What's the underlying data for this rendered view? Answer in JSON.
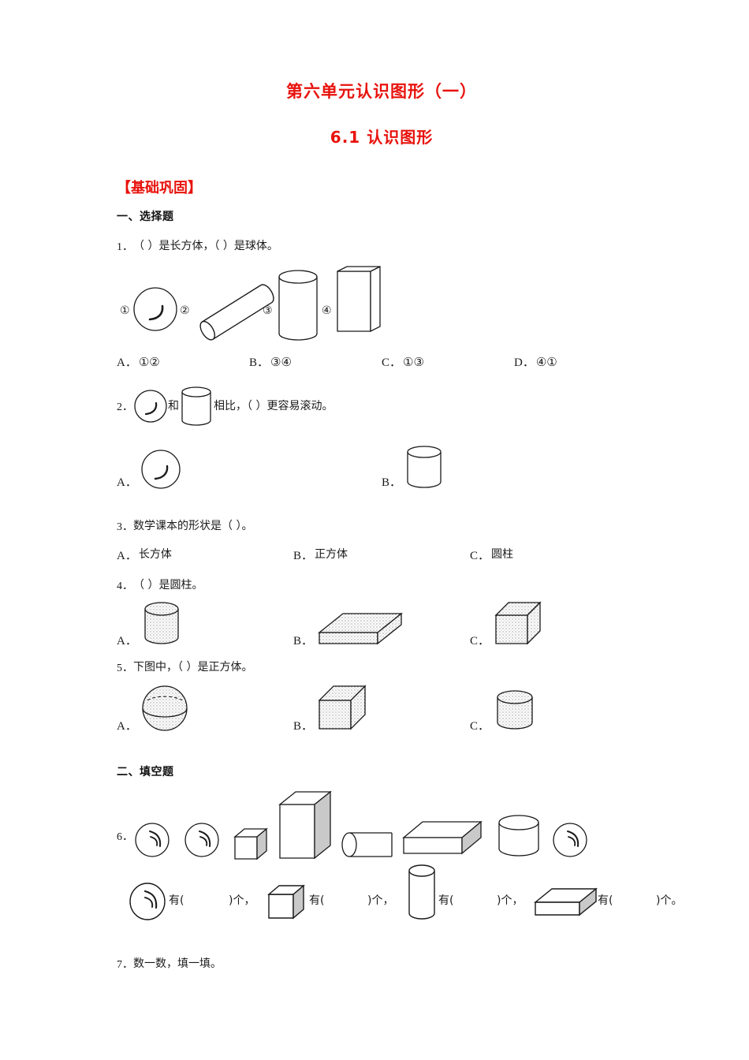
{
  "document": {
    "title": "第六单元认识图形（一）",
    "subtitle": "6.1 认识图形",
    "accent_color": "#e8120c",
    "text_color": "#1a1a1a"
  },
  "sections": [
    {
      "id": "basic",
      "label": "【基础巩固】"
    }
  ],
  "part_one": {
    "heading": "一、选择题",
    "questions": [
      {
        "number": "1．",
        "text": "（  ）是长方体，（  ）是球体。",
        "figure_labels": [
          "①",
          "②",
          "③",
          "④"
        ],
        "figure_shapes": [
          "sphere",
          "cylinder-tilted",
          "cylinder",
          "cuboid"
        ],
        "options": [
          {
            "letter": "A．",
            "value": "①②"
          },
          {
            "letter": "B．",
            "value": "③④"
          },
          {
            "letter": "C．",
            "value": "①③"
          },
          {
            "letter": "D．",
            "value": "④①"
          }
        ]
      },
      {
        "number": "2．",
        "text_before": "和",
        "text_middle": "相比，（ ）更容易滚动。",
        "inline_shapes": [
          "sphere",
          "cylinder"
        ],
        "options": [
          {
            "letter": "A．",
            "shape": "sphere"
          },
          {
            "letter": "B．",
            "shape": "cylinder"
          }
        ]
      },
      {
        "number": "3．",
        "text": "数学课本的形状是（  ）。",
        "options": [
          {
            "letter": "A．",
            "value": "长方体"
          },
          {
            "letter": "B．",
            "value": "正方体"
          },
          {
            "letter": "C．",
            "value": "圆柱"
          }
        ]
      },
      {
        "number": "4．",
        "text": "（ ）是圆柱。",
        "options": [
          {
            "letter": "A．",
            "shape": "cylinder-textured"
          },
          {
            "letter": "B．",
            "shape": "slab-textured"
          },
          {
            "letter": "C．",
            "shape": "cube-textured"
          }
        ]
      },
      {
        "number": "5．",
        "text": "下图中，（  ）是正方体。",
        "options": [
          {
            "letter": "A．",
            "shape": "sphere-textured"
          },
          {
            "letter": "B．",
            "shape": "cube-textured"
          },
          {
            "letter": "C．",
            "shape": "cylinder-textured"
          }
        ]
      }
    ]
  },
  "part_two": {
    "heading": "二、填空题",
    "questions": [
      {
        "number": "6．",
        "shape_row": [
          "sphere",
          "sphere",
          "cube",
          "tall-cuboid",
          "cylinder-horizontal",
          "slab",
          "cylinder",
          "sphere"
        ],
        "answer_items": [
          {
            "shape": "sphere",
            "before": "有(",
            "after": ")个，"
          },
          {
            "shape": "cube",
            "before": "有(",
            "after": ")个，"
          },
          {
            "shape": "cylinder",
            "before": "有(",
            "after": ")个，"
          },
          {
            "shape": "slab",
            "before": "有(",
            "after": ")个。"
          }
        ]
      },
      {
        "number": "7．",
        "text": "数一数，填一填。"
      }
    ]
  }
}
